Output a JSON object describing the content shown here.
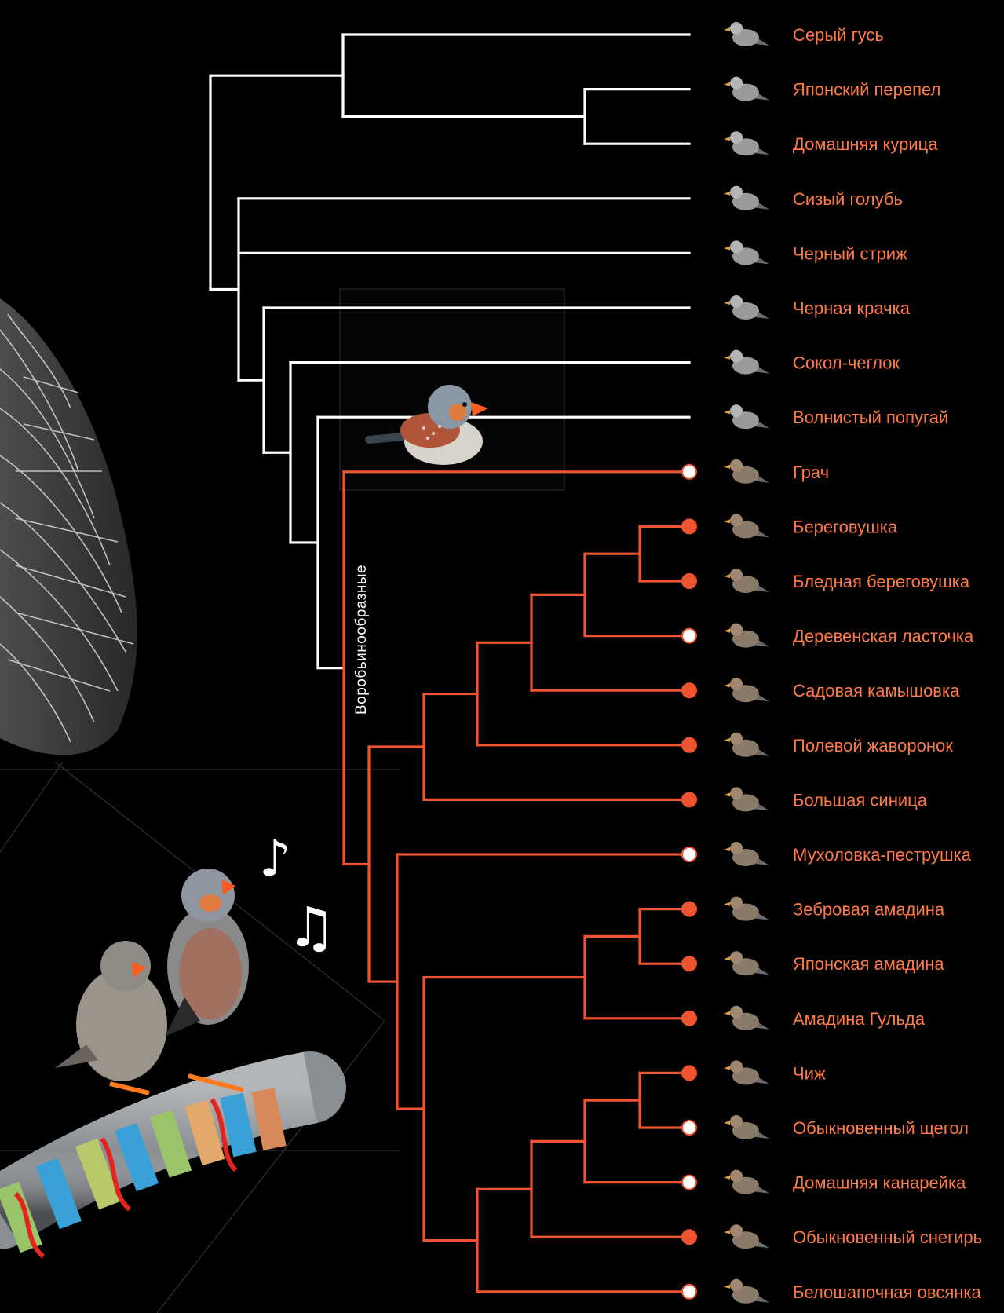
{
  "clade_label": "Воробьинообразные",
  "colors": {
    "background": "#000000",
    "base_branch": "#ffffff",
    "passerine_branch": "#ee5430",
    "label": "#ff7a47",
    "marker_filled": "#ee5430",
    "marker_open": "#ffffff"
  },
  "species": [
    {
      "name": "Серый гусь",
      "group": "base",
      "marker": "none",
      "icon": "goose-icon"
    },
    {
      "name": "Японский перепел",
      "group": "base",
      "marker": "none",
      "icon": "quail-icon"
    },
    {
      "name": "Домашняя курица",
      "group": "base",
      "marker": "none",
      "icon": "chicken-icon"
    },
    {
      "name": "Сизый голубь",
      "group": "base",
      "marker": "none",
      "icon": "pigeon-icon"
    },
    {
      "name": "Черный стриж",
      "group": "base",
      "marker": "none",
      "icon": "swift-icon"
    },
    {
      "name": "Черная крачка",
      "group": "base",
      "marker": "none",
      "icon": "tern-icon"
    },
    {
      "name": "Сокол-чеглок",
      "group": "base",
      "marker": "none",
      "icon": "falcon-icon"
    },
    {
      "name": "Волнистый попугай",
      "group": "base",
      "marker": "none",
      "icon": "budgie-icon"
    },
    {
      "name": "Грач",
      "group": "passerine",
      "marker": "open",
      "icon": "rook-icon"
    },
    {
      "name": "Береговушка",
      "group": "passerine",
      "marker": "filled",
      "icon": "sand-martin-icon"
    },
    {
      "name": "Бледная береговушка",
      "group": "passerine",
      "marker": "filled",
      "icon": "pale-martin-icon"
    },
    {
      "name": "Деревенская ласточка",
      "group": "passerine",
      "marker": "open",
      "icon": "barn-swallow-icon"
    },
    {
      "name": "Садовая камышовка",
      "group": "passerine",
      "marker": "filled",
      "icon": "warbler-icon"
    },
    {
      "name": "Полевой жаворонок",
      "group": "passerine",
      "marker": "filled",
      "icon": "skylark-icon"
    },
    {
      "name": "Большая синица",
      "group": "passerine",
      "marker": "filled",
      "icon": "great-tit-icon"
    },
    {
      "name": "Мухоловка-пеструшка",
      "group": "passerine",
      "marker": "open",
      "icon": "flycatcher-icon"
    },
    {
      "name": "Зебровая амадина",
      "group": "passerine",
      "marker": "filled",
      "icon": "zebra-finch-icon"
    },
    {
      "name": "Японская амадина",
      "group": "passerine",
      "marker": "filled",
      "icon": "munia-icon"
    },
    {
      "name": "Амадина Гульда",
      "group": "passerine",
      "marker": "filled",
      "icon": "gouldian-finch-icon"
    },
    {
      "name": "Чиж",
      "group": "passerine",
      "marker": "filled",
      "icon": "siskin-icon"
    },
    {
      "name": "Обыкновенный щегол",
      "group": "passerine",
      "marker": "open",
      "icon": "goldfinch-icon"
    },
    {
      "name": "Домашняя канарейка",
      "group": "passerine",
      "marker": "open",
      "icon": "canary-icon"
    },
    {
      "name": "Обыкновенный снегирь",
      "group": "passerine",
      "marker": "filled",
      "icon": "bullfinch-icon"
    },
    {
      "name": "Белошапочная овсянка",
      "group": "passerine",
      "marker": "open",
      "icon": "bunting-icon"
    }
  ]
}
